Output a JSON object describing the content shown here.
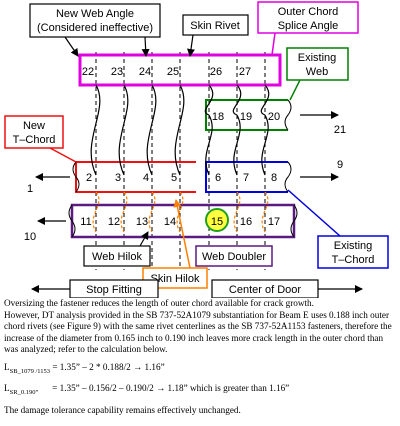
{
  "labels": {
    "new_web_angle_1": "New Web Angle",
    "new_web_angle_2": "(Considered ineffective)",
    "skin_rivet": "Skin Rivet",
    "outer_chord_1": "Outer Chord",
    "outer_chord_2": "Splice Angle",
    "existing_web_1": "Existing",
    "existing_web_2": "Web",
    "new_tchord_1": "New",
    "new_tchord_2": "T–Chord",
    "existing_tchord_1": "Existing",
    "existing_tchord_2": "T–Chord",
    "web_hilok": "Web Hilok",
    "skin_hilok": "Skin Hilok",
    "web_doubler": "Web Doubler",
    "stop_fitting": "Stop Fitting",
    "center_of_door": "Center of Door"
  },
  "fastener_numbers": {
    "top": [
      "22",
      "23",
      "24",
      "25",
      "26",
      "27"
    ],
    "existing_web": [
      "18",
      "19",
      "20"
    ],
    "new_chord": [
      "2",
      "3",
      "4",
      "5"
    ],
    "existing_chord": [
      "6",
      "7",
      "8"
    ],
    "bottom": [
      "11",
      "12",
      "13",
      "14",
      "15",
      "16",
      "17"
    ],
    "arrows": [
      "1",
      "9",
      "10",
      "21"
    ]
  },
  "colors": {
    "splice_angle": "#e000e0",
    "existing_web": "#008000",
    "new_tchord": "#ee1111",
    "existing_tchord": "#0000dd",
    "web_doubler": "#5a1a80",
    "skin_hilok": "#ff8000",
    "highlight_fill": "#ffff40",
    "highlight_stroke": "#20a020"
  },
  "text": {
    "para1": "Oversizing the fastener reduces the length of outer chord available for crack growth.",
    "para2": "However, DT analysis provided in the SB 737-52A1079 substantiation for Beam E uses 0.188 inch outer chord rivets (see Figure 9) with the same rivet centerlines as the SB 737-52A1153 fasteners, therefore the increase of the diameter from 0.165 inch to 0.190 inch leaves more crack length in the outer chord than was analyzed; refer to the calculation below.",
    "eq1_l": "L",
    "eq1_sub": "SB_1079 /1153",
    "eq1_rest": " = 1.35” – 2 * 0.188/2 → 1.16”",
    "eq2_l": "L",
    "eq2_sub": "SR_0.190”",
    "eq2_rest": "      = 1.35” – 0.156/2 – 0.190/2 → 1.18” which is greater than 1.16”",
    "para3": "The damage tolerance capability remains effectively unchanged."
  }
}
